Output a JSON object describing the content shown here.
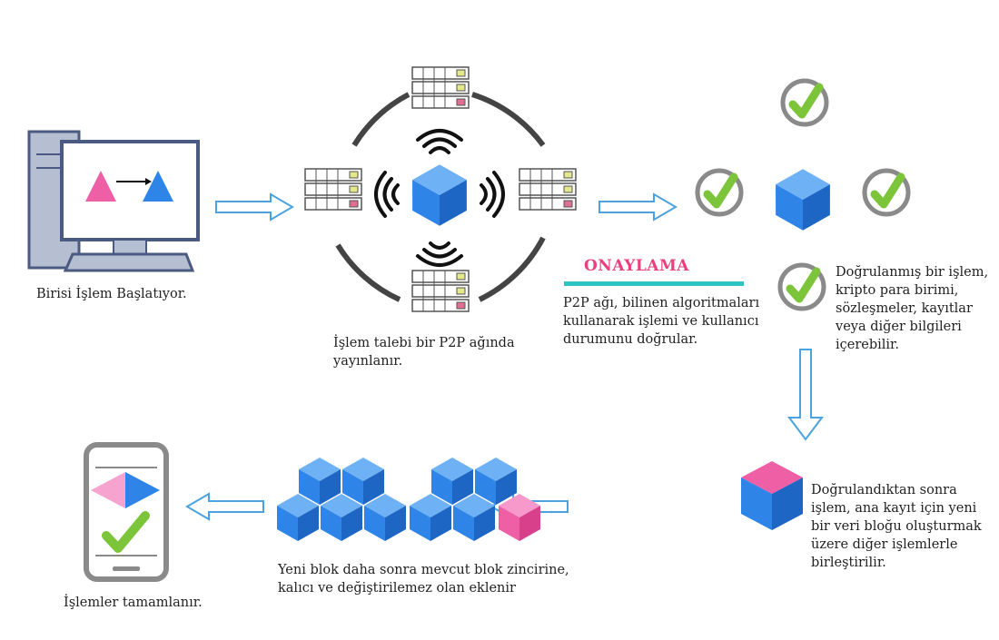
{
  "title": "",
  "labels": {
    "step1": "Birisi İşlem Başlatıyor.",
    "step2": "İşlem talebi bir P2P ağında\nyayınlanır.",
    "onaylama": "ONAYLAMA",
    "step3": "P2P ağı, bilinen algoritmaları\n kullanarak işlemi ve kullanıcı\ndurumunu doğrular.",
    "step4": "Doğrulanmış bir işlem,\nkripto para birimi,\nsözleşmeler, kayıtlar\nveya diğer bilgileri\niçerebilir.",
    "step5": "Doğrulandıktan sonra\nişlem, ana kayıt  için yeni\nbir veri bloğu oluşturmak\nüzere diğer işlemlerle\nbirleştirilir.",
    "step6": "Yeni blok daha sonra mevcut blok zincirine,\n kalıcı ve değiştirilemez olan eklenir",
    "step7": "İşlemler tamamlanır."
  },
  "colors": {
    "blue": "#2f84e8",
    "pink": "#ee5fa6",
    "green": "#7cc43a",
    "gray": "#8a8a8a",
    "arrow": "#4aa3df",
    "teal": "#2ec4c4"
  },
  "icons": [
    "computer-icon",
    "server-icon",
    "wifi-signal-icon",
    "block-cube-icon",
    "checkmark-icon",
    "smartphone-icon",
    "flow-arrow-icon"
  ]
}
